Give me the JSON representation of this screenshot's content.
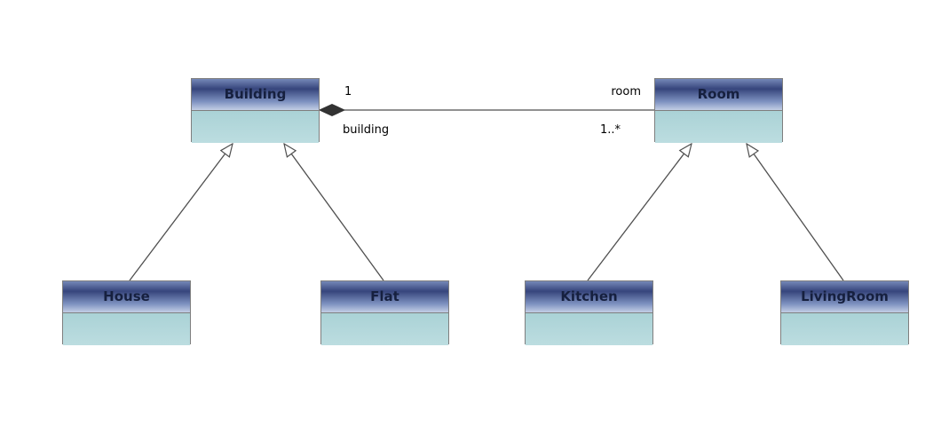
{
  "diagram": {
    "type": "uml-class-diagram",
    "classes": {
      "building": {
        "name": "Building"
      },
      "room": {
        "name": "Room"
      },
      "house": {
        "name": "House"
      },
      "flat": {
        "name": "Flat"
      },
      "kitchen": {
        "name": "Kitchen"
      },
      "livingroom": {
        "name": "LivingRoom"
      }
    },
    "association": {
      "source_multiplicity": "1",
      "source_role": "building",
      "target_role": "room",
      "target_multiplicity": "1..*"
    },
    "relationships": [
      {
        "type": "composition",
        "from": "building",
        "to": "room"
      },
      {
        "type": "generalization",
        "from": "house",
        "to": "building"
      },
      {
        "type": "generalization",
        "from": "flat",
        "to": "building"
      },
      {
        "type": "generalization",
        "from": "kitchen",
        "to": "room"
      },
      {
        "type": "generalization",
        "from": "livingroom",
        "to": "room"
      }
    ],
    "colors": {
      "header_gradient_dark": "#36457c",
      "header_gradient_light": "#c3cee5",
      "body_fill": "#b4d8da",
      "border": "#7e7e7e",
      "connector": "#4f4f4f",
      "composition_diamond": "#333333"
    }
  }
}
